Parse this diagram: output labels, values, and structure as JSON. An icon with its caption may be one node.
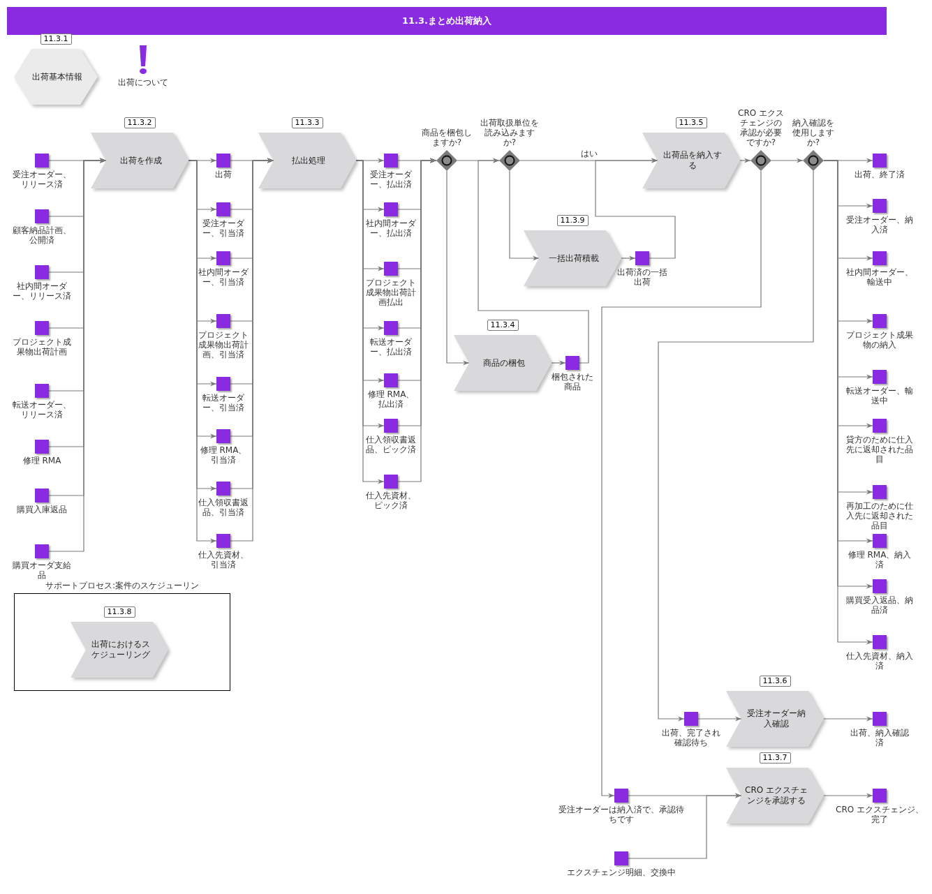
{
  "diagram": {
    "title": "11.3.まとめ出荷納入",
    "nodes": [
      {
        "text": [
          "出荷基本情報"
        ],
        "beside": [
          "11.3.1"
        ]
      },
      {
        "text": [
          "出荷について"
        ]
      },
      {
        "text": [
          "出荷を作成"
        ],
        "beside": [
          "11.3.2"
        ]
      },
      {
        "text": [],
        "shape": "box",
        "beside": [
          "受注オーダー、リリース済"
        ]
      },
      {
        "text": [],
        "shape": "box",
        "beside": [
          "顧客納品計画、公開済"
        ]
      },
      {
        "text": [],
        "shape": "box",
        "beside": [
          "社内間オーダー、リリース済"
        ]
      },
      {
        "text": [],
        "shape": "box",
        "beside": [
          "プロジェクト成果物出荷計画"
        ]
      },
      {
        "text": [],
        "shape": "box",
        "beside": [
          "転送オーダー、リリース済"
        ]
      },
      {
        "text": [],
        "shape": "box",
        "beside": [
          "修理 RMA"
        ]
      },
      {
        "text": [],
        "shape": "box",
        "beside": [
          "購買入庫返品"
        ]
      },
      {
        "text": [],
        "shape": "box",
        "beside": [
          "購買オーダ支給品"
        ]
      },
      {
        "text": [],
        "shape": "box",
        "beside": [
          "出荷"
        ]
      },
      {
        "text": [],
        "shape": "box",
        "beside": [
          "受注オーダー、引当済"
        ]
      },
      {
        "text": [],
        "shape": "box",
        "beside": [
          "社内間オーダー、引当済"
        ]
      },
      {
        "text": [],
        "shape": "box",
        "beside": [
          "プロジェクト成果物出荷計画、引当済"
        ]
      },
      {
        "text": [],
        "shape": "box",
        "beside": [
          "転送オーダー、引当済"
        ]
      },
      {
        "text": [],
        "shape": "box",
        "beside": [
          "修理 RMA、引当済"
        ]
      },
      {
        "text": [],
        "shape": "box",
        "beside": [
          "仕入領収書返品、引当済"
        ]
      },
      {
        "text": [],
        "shape": "box",
        "beside": [
          "仕入先資材、引当済"
        ]
      },
      {
        "text": [
          "払出処理"
        ],
        "beside": [
          "11.3.3"
        ]
      },
      {
        "text": [],
        "shape": "box",
        "beside": [
          "受注オーダー、払出済"
        ]
      },
      {
        "text": [],
        "shape": "box",
        "beside": [
          "社内間オーダー、払出済"
        ]
      },
      {
        "text": [],
        "shape": "box",
        "beside": [
          "プロジェクト成果物出荷計画払出"
        ]
      },
      {
        "text": [],
        "shape": "box",
        "beside": [
          "転送オーダー、払出済"
        ]
      },
      {
        "text": [],
        "shape": "box",
        "beside": [
          "修理 RMA、払出済"
        ]
      },
      {
        "text": [],
        "shape": "box",
        "beside": [
          "仕入領収書返品、ピック済"
        ]
      },
      {
        "text": [],
        "shape": "box",
        "beside": [
          "仕入先資材、ピック済"
        ]
      },
      {
        "text": [],
        "shape": "diamond",
        "beside": [
          "商品を梱包しますか?"
        ]
      },
      {
        "text": [],
        "shape": "diamond",
        "beside": [
          "出荷取扱単位を読み込みますか?"
        ]
      },
      {
        "text": [
          "一括出荷積載"
        ],
        "beside": [
          "11.3.9"
        ]
      },
      {
        "text": [],
        "shape": "box",
        "beside": [
          "出荷済の一括出荷"
        ]
      },
      {
        "text": [
          "商品の梱包"
        ],
        "beside": [
          "11.3.4"
        ]
      },
      {
        "text": [],
        "shape": "box",
        "beside": [
          "梱包された商品"
        ]
      },
      {
        "text": [
          "出荷品を納入する"
        ],
        "beside": [
          "11.3.5"
        ]
      },
      {
        "text": [],
        "shape": "diamond",
        "beside": [
          "CRO エクスチェンジの承認が必要ですか?"
        ]
      },
      {
        "text": [],
        "shape": "diamond",
        "beside": [
          "納入確認を使用しますか?"
        ]
      },
      {
        "text": [],
        "shape": "box",
        "beside": [
          "出荷、終了済"
        ]
      },
      {
        "text": [],
        "shape": "box",
        "beside": [
          "受注オーダー、納入済"
        ]
      },
      {
        "text": [],
        "shape": "box",
        "beside": [
          "社内間オーダー、輸送中"
        ]
      },
      {
        "text": [],
        "shape": "box",
        "beside": [
          "プロジェクト成果物の納入"
        ]
      },
      {
        "text": [],
        "shape": "box",
        "beside": [
          "転送オーダー、輸送中"
        ]
      },
      {
        "text": [],
        "shape": "box",
        "beside": [
          "貸方のために仕入先に返却された品目"
        ]
      },
      {
        "text": [],
        "shape": "box",
        "beside": [
          "再加工のために仕入先に返却された品目"
        ]
      },
      {
        "text": [],
        "shape": "box",
        "beside": [
          "修理 RMA、納入済"
        ]
      },
      {
        "text": [],
        "shape": "box",
        "beside": [
          "購買受入返品、納品済"
        ]
      },
      {
        "text": [],
        "shape": "box",
        "beside": [
          "仕入先資材、納入済"
        ]
      },
      {
        "text": [
          "サポートプロセス:案件のスケジューリン"
        ]
      },
      {
        "text": [
          "出荷におけるスケジューリング"
        ],
        "beside": [
          "11.3.8"
        ],
        "in": 46
      },
      {
        "text": [],
        "shape": "box",
        "beside": [
          "出荷、完了され確認待ち"
        ]
      },
      {
        "text": [
          "受注オーダー納入確認"
        ],
        "beside": [
          "11.3.6"
        ]
      },
      {
        "text": [],
        "shape": "box",
        "beside": [
          "出荷、納入確認済"
        ]
      },
      {
        "text": [],
        "shape": "box",
        "beside": [
          "受注オーダーは納入済で、承認待ちです"
        ]
      },
      {
        "text": [],
        "shape": "box",
        "beside": [
          "エクスチェンジ明細、交換中"
        ]
      },
      {
        "text": [
          "CRO エクスチェンジを承認する"
        ],
        "beside": [
          "11.3.7"
        ]
      },
      {
        "text": [],
        "shape": "box",
        "beside": [
          "CRO エクスチェンジ、完了"
        ]
      }
    ],
    "edges": [
      {
        "from": 3,
        "to": 2,
        "arrow": "to"
      },
      {
        "from": 4,
        "to": 2,
        "arrow": "to"
      },
      {
        "from": 5,
        "to": 2,
        "arrow": "to"
      },
      {
        "from": 6,
        "to": 2,
        "arrow": "to"
      },
      {
        "from": 7,
        "to": 2,
        "arrow": "to"
      },
      {
        "from": 8,
        "to": 2,
        "arrow": "to"
      },
      {
        "from": 9,
        "to": 2,
        "arrow": "to"
      },
      {
        "from": 10,
        "to": 2,
        "arrow": "to"
      },
      {
        "from": 2,
        "to": 11,
        "arrow": "to"
      },
      {
        "from": 2,
        "to": 12,
        "arrow": "to"
      },
      {
        "from": 2,
        "to": 13,
        "arrow": "to"
      },
      {
        "from": 2,
        "to": 14,
        "arrow": "to"
      },
      {
        "from": 2,
        "to": 15,
        "arrow": "to"
      },
      {
        "from": 2,
        "to": 16,
        "arrow": "to"
      },
      {
        "from": 2,
        "to": 17,
        "arrow": "to"
      },
      {
        "from": 2,
        "to": 18,
        "arrow": "to"
      },
      {
        "from": 11,
        "to": 19,
        "arrow": "to"
      },
      {
        "from": 12,
        "to": 19,
        "arrow": "to"
      },
      {
        "from": 13,
        "to": 19,
        "arrow": "to"
      },
      {
        "from": 14,
        "to": 19,
        "arrow": "to"
      },
      {
        "from": 15,
        "to": 19,
        "arrow": "to"
      },
      {
        "from": 16,
        "to": 19,
        "arrow": "to"
      },
      {
        "from": 17,
        "to": 19,
        "arrow": "to"
      },
      {
        "from": 18,
        "to": 19,
        "arrow": "to"
      },
      {
        "from": 19,
        "to": 20,
        "arrow": "to"
      },
      {
        "from": 19,
        "to": 21,
        "arrow": "to"
      },
      {
        "from": 19,
        "to": 22,
        "arrow": "to"
      },
      {
        "from": 19,
        "to": 23,
        "arrow": "to"
      },
      {
        "from": 19,
        "to": 24,
        "arrow": "to"
      },
      {
        "from": 19,
        "to": 25,
        "arrow": "to"
      },
      {
        "from": 19,
        "to": 26,
        "arrow": "to"
      },
      {
        "from": 20,
        "to": 27,
        "arrow": "to"
      },
      {
        "from": 21,
        "to": 27,
        "arrow": "to"
      },
      {
        "from": 22,
        "to": 27,
        "arrow": "to"
      },
      {
        "from": 23,
        "to": 27,
        "arrow": "to"
      },
      {
        "from": 24,
        "to": 27,
        "arrow": "to"
      },
      {
        "from": 25,
        "to": 27,
        "arrow": "to"
      },
      {
        "from": 26,
        "to": 27,
        "arrow": "to"
      },
      {
        "from": 27,
        "to": 28,
        "arrow": "to"
      },
      {
        "from": 27,
        "to": 31,
        "arrow": "to"
      },
      {
        "from": 31,
        "to": 32,
        "arrow": "to"
      },
      {
        "from": 32,
        "to": 28,
        "arrow": "to"
      },
      {
        "from": 28,
        "to": 33,
        "arrow": "to",
        "label": "はい"
      },
      {
        "from": 28,
        "to": 29,
        "arrow": "to"
      },
      {
        "from": 29,
        "to": 30,
        "arrow": "to"
      },
      {
        "from": 30,
        "to": 33,
        "arrow": "to"
      },
      {
        "from": 33,
        "to": 34,
        "arrow": "to"
      },
      {
        "from": 34,
        "to": 35,
        "arrow": "to"
      },
      {
        "from": 34,
        "to": 51,
        "arrow": "to"
      },
      {
        "from": 35,
        "to": 48,
        "arrow": "to"
      },
      {
        "from": 35,
        "to": 36,
        "arrow": "to"
      },
      {
        "from": 35,
        "to": 37,
        "arrow": "to"
      },
      {
        "from": 35,
        "to": 38,
        "arrow": "to"
      },
      {
        "from": 35,
        "to": 39,
        "arrow": "to"
      },
      {
        "from": 35,
        "to": 40,
        "arrow": "to"
      },
      {
        "from": 35,
        "to": 41,
        "arrow": "to"
      },
      {
        "from": 35,
        "to": 42,
        "arrow": "to"
      },
      {
        "from": 35,
        "to": 43,
        "arrow": "to"
      },
      {
        "from": 35,
        "to": 44,
        "arrow": "to"
      },
      {
        "from": 35,
        "to": 45,
        "arrow": "to"
      },
      {
        "from": 48,
        "to": 49,
        "arrow": "to"
      },
      {
        "from": 49,
        "to": 50,
        "arrow": "to"
      },
      {
        "from": 51,
        "to": 53,
        "arrow": "to"
      },
      {
        "from": 52,
        "to": 53,
        "arrow": "to"
      },
      {
        "from": 53,
        "to": 54,
        "arrow": "to"
      }
    ]
  }
}
